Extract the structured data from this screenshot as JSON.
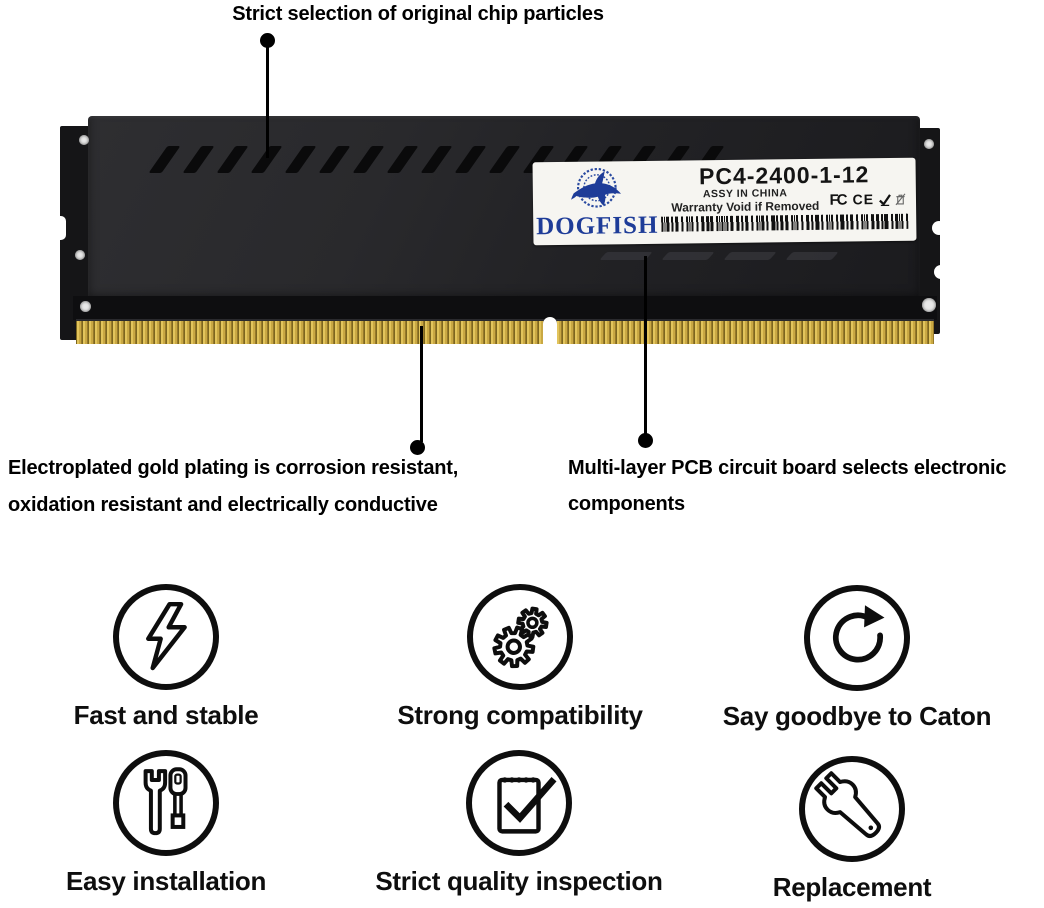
{
  "colors": {
    "brand_blue": "#1e3c98",
    "heatsink_gray": "#26262a",
    "pcb_black": "#101012",
    "pin_gold": "#c9a843",
    "label_white": "#f6f5f1"
  },
  "annotations": {
    "top": {
      "text": "Strict selection of original chip particles"
    },
    "gold_plating": {
      "line1": "Electroplated gold plating is corrosion resistant,",
      "line2": "oxidation resistant and electrically conductive"
    },
    "pcb": {
      "line1": "Multi-layer PCB circuit board selects electronic",
      "line2": "components"
    }
  },
  "module_label": {
    "brand": "DOGFISH",
    "model": "PC4-2400-1-12",
    "assembly": "ASSY IN CHINA",
    "warranty": "Warranty Void if Removed",
    "fcc_mark": "FC",
    "ce_mark": "CE",
    "cert_icons": [
      "fcc-mark",
      "ce-mark",
      "rohs-check-icon",
      "weee-bin-icon"
    ],
    "logo_icon": "dogfish-shark-badge-icon"
  },
  "features": [
    {
      "icon": "lightning-icon",
      "label": "Fast and stable"
    },
    {
      "icon": "gears-icon",
      "label": "Strong compatibility"
    },
    {
      "icon": "refresh-arrow-icon",
      "label": "Say goodbye to Caton"
    },
    {
      "icon": "tools-icon",
      "label": "Easy installation"
    },
    {
      "icon": "clipboard-check-icon",
      "label": "Strict quality inspection"
    },
    {
      "icon": "wrench-icon",
      "label": "Replacement"
    }
  ]
}
